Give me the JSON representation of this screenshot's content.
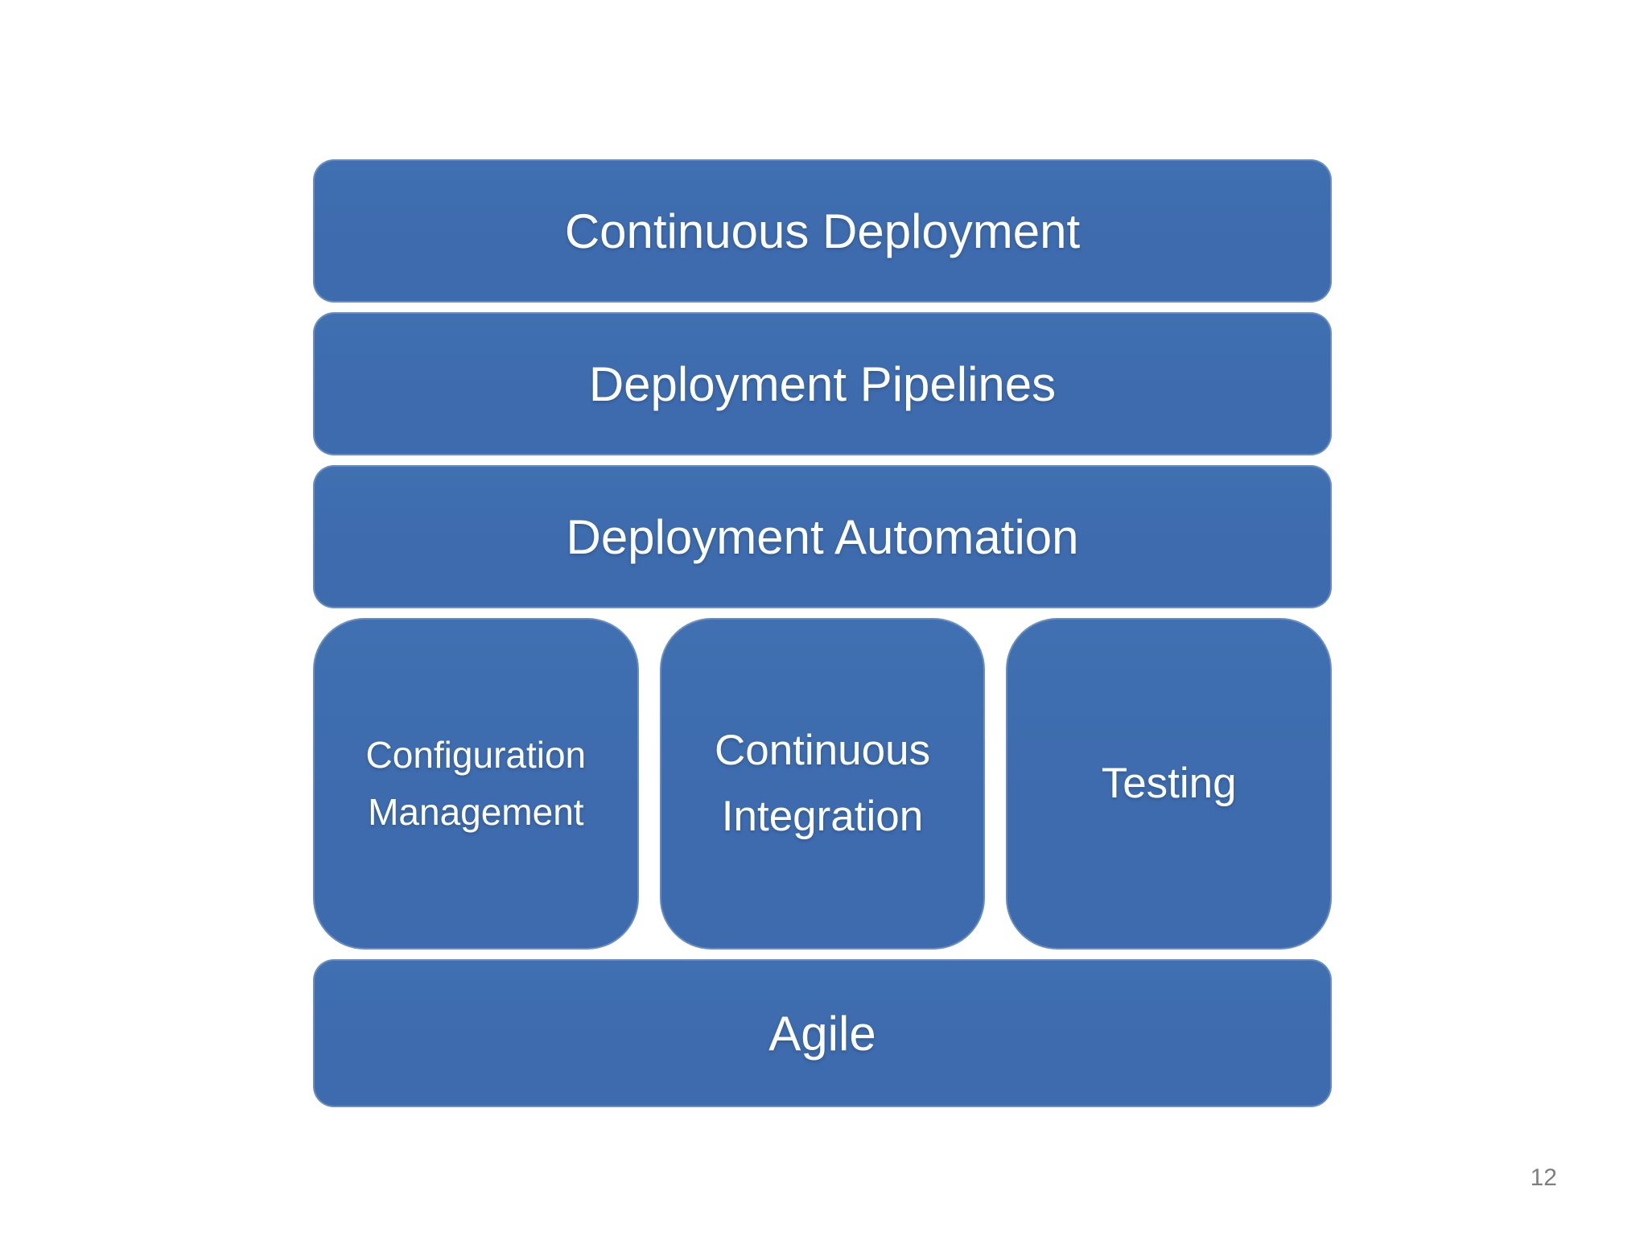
{
  "slide": {
    "page_number": "12"
  },
  "colors": {
    "box_fill": "#3d6bad",
    "box_fill_top": "#4070b1",
    "text": "#ffffff",
    "page_number": "#7f7f7f",
    "background": "#ffffff"
  },
  "diagram": {
    "type": "stacked-rounded-boxes",
    "bars": [
      {
        "label": "Continuous Deployment"
      },
      {
        "label": "Deployment Pipelines"
      },
      {
        "label": "Deployment Automation"
      }
    ],
    "middle_boxes": [
      {
        "label": "Configuration Management"
      },
      {
        "label": "Continuous Integration"
      },
      {
        "label": "Testing"
      }
    ],
    "bottom_bar": {
      "label": "Agile"
    }
  }
}
